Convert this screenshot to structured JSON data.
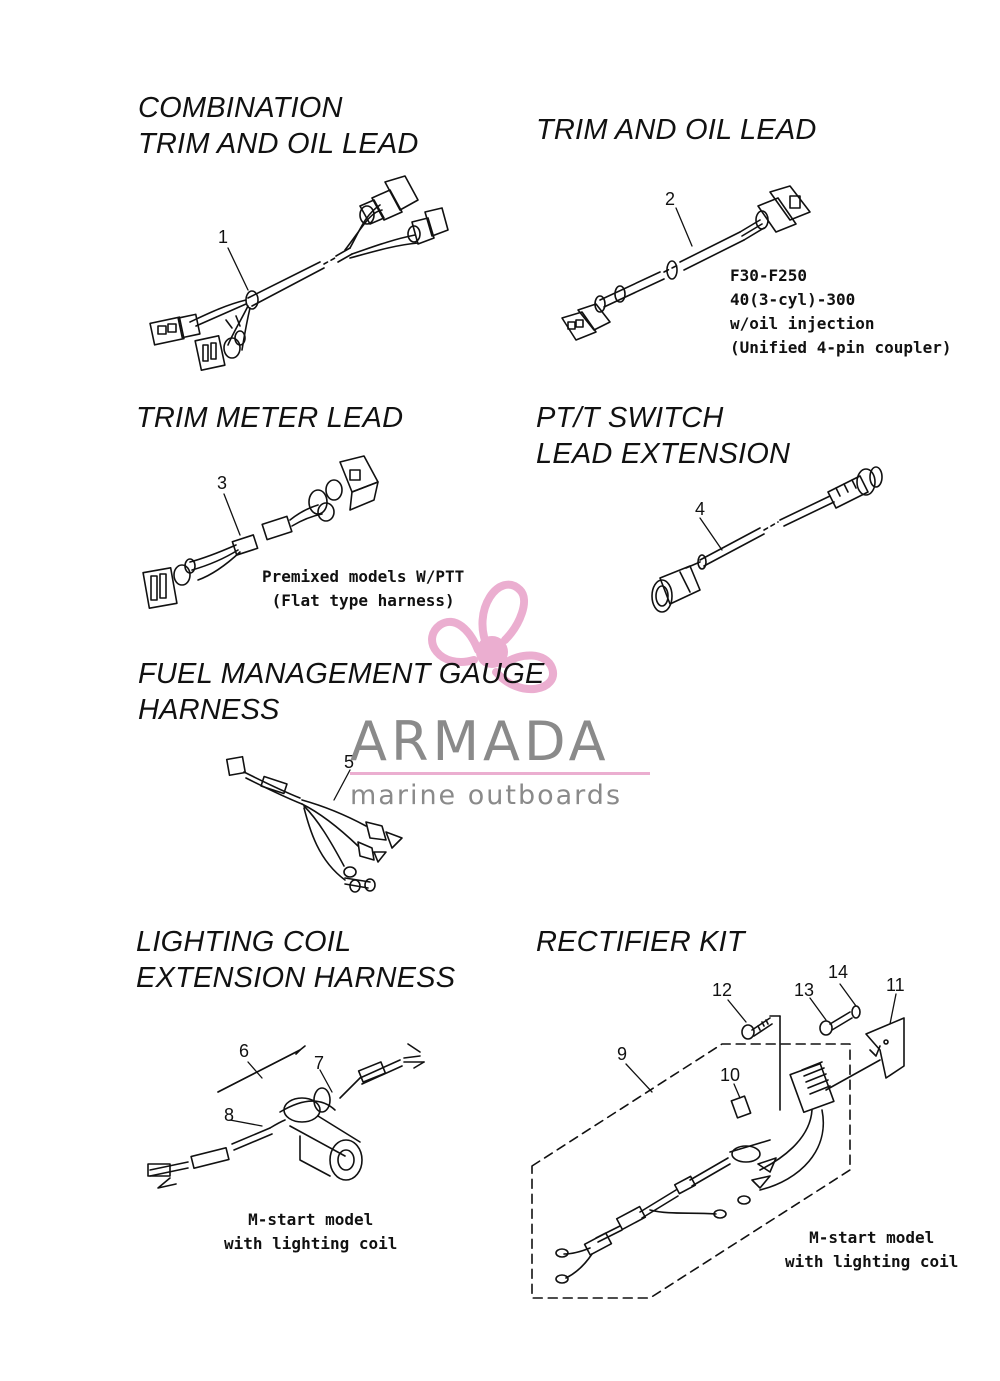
{
  "sections": {
    "combination": {
      "title_line1": "COMBINATION",
      "title_line2": "TRIM AND OIL LEAD"
    },
    "trim_oil": {
      "title": "TRIM AND OIL LEAD",
      "note": [
        "F30-F250",
        "40(3-cyl)-300",
        "w/oil injection",
        "(Unified 4-pin coupler)"
      ]
    },
    "trim_meter": {
      "title": "TRIM METER LEAD",
      "note": [
        "Premixed models W/PTT",
        "(Flat type harness)"
      ]
    },
    "ptt_switch": {
      "title_line1": "PT/T SWITCH",
      "title_line2": "LEAD EXTENSION"
    },
    "fuel_gauge": {
      "title_line1": "FUEL MANAGEMENT GAUGE",
      "title_line2": "HARNESS"
    },
    "lighting_coil": {
      "title_line1": "LIGHTING COIL",
      "title_line2": "EXTENSION HARNESS",
      "note": [
        "M-start model",
        "with lighting coil"
      ]
    },
    "rectifier": {
      "title": "RECTIFIER KIT",
      "note": [
        "M-start model",
        "with lighting coil"
      ]
    }
  },
  "part_numbers": [
    "1",
    "2",
    "3",
    "4",
    "5",
    "6",
    "7",
    "8",
    "9",
    "10",
    "11",
    "12",
    "13",
    "14"
  ],
  "watermark": {
    "brand": "ARMADA",
    "tagline": "marine outboards",
    "brand_color": "#8a8a8a",
    "logo_color": "#e8a0c8"
  }
}
